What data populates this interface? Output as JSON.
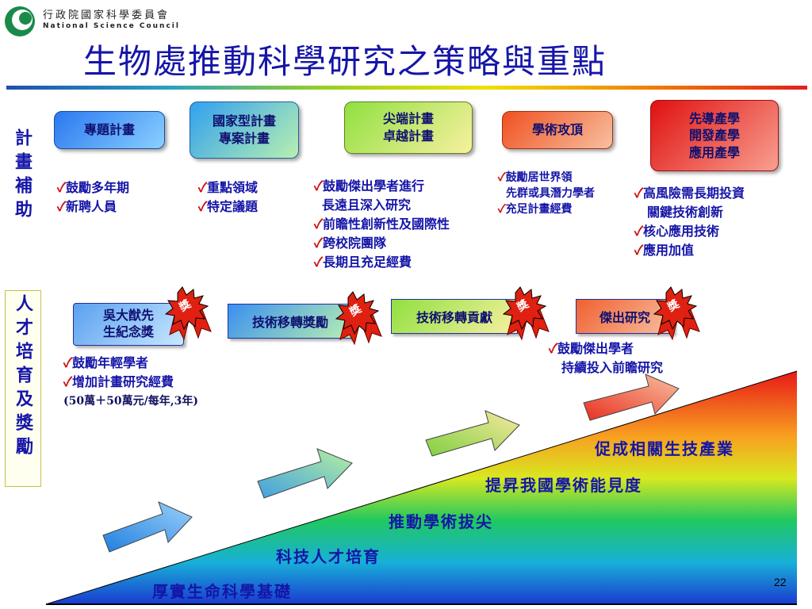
{
  "header": {
    "org_zh": "行政院國家科學委員會",
    "org_en": "National Science Council",
    "title": "生物處推動科學研究之策略與重點"
  },
  "side_labels": {
    "funding": "計畫補助",
    "talent": "人才培育及獎勵"
  },
  "programs": [
    {
      "label": "專題計畫"
    },
    {
      "label": "國家型計畫\n專案計畫"
    },
    {
      "label": "尖端計畫\n卓越計畫"
    },
    {
      "label": "學術攻頂"
    },
    {
      "label": "先導產學\n開發產學\n應用產學"
    }
  ],
  "program_bullets": {
    "p1": [
      "鼓勵多年期",
      "新聘人員"
    ],
    "p2": [
      "重點領域",
      "特定議題"
    ],
    "p3": [
      "鼓勵傑出學者進行",
      "長遠且深入研究",
      "前瞻性創新性及國際性",
      "跨校院團隊",
      "長期且充足經費"
    ],
    "p4": [
      "鼓勵居世界領",
      "先群或具潛力學者",
      "充足計畫經費"
    ],
    "p5": [
      "高風險需長期投資",
      "關鍵技術創新",
      "核心應用技術",
      "應用加值"
    ]
  },
  "awards": [
    {
      "label": "吳大猷先\n生紀念獎"
    },
    {
      "label": "技術移轉獎勵"
    },
    {
      "label": "技術移轉貢獻"
    },
    {
      "label": "傑出研究"
    }
  ],
  "award_badge": "獎",
  "award_bullets": {
    "a1": [
      "鼓勵年輕學者",
      "增加計畫研究經費",
      "(50萬＋50萬元/每年,3年)"
    ],
    "a4": [
      "鼓勵傑出學者",
      "持續投入前瞻研究"
    ]
  },
  "pyramid_layers": [
    "促成相關生技產業",
    "提昇我國學術能見度",
    "推動學術拔尖",
    "科技人才培育",
    "厚實生命科學基礎"
  ],
  "page_number": "22",
  "check_mark": "✓"
}
